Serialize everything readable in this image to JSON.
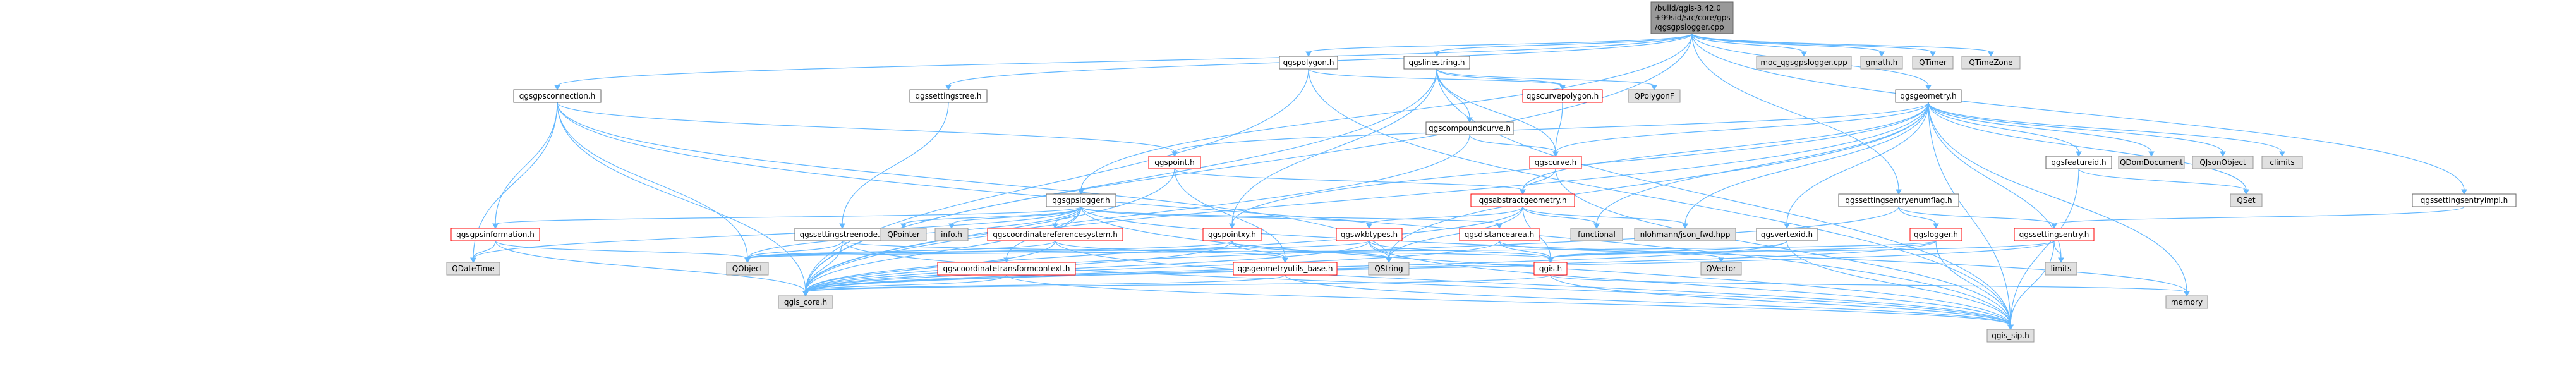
{
  "graph": {
    "root": "qgsgpslogger.cpp",
    "nodes": [
      {
        "id": "root",
        "label": "/build/qgis-3.42.0+99sid/src/core/gps/qgsgpslogger.cpp",
        "lines": [
          "/build/qgis-3.42.0",
          "+99sid/src/core/gps",
          "/qgsgpslogger.cpp"
        ],
        "kind": "root"
      },
      {
        "id": "qgspolygon",
        "label": "qgspolygon.h",
        "kind": "internal"
      },
      {
        "id": "qgslinestring",
        "label": "qgslinestring.h",
        "kind": "internal"
      },
      {
        "id": "moc",
        "label": "moc_qgsgpslogger.cpp",
        "kind": "missing"
      },
      {
        "id": "gmath",
        "label": "gmath.h",
        "kind": "missing"
      },
      {
        "id": "qtimer",
        "label": "QTimer",
        "kind": "missing"
      },
      {
        "id": "qtimezone",
        "label": "QTimeZone",
        "kind": "missing"
      },
      {
        "id": "qgsgpsconnection",
        "label": "qgsgpsconnection.h",
        "kind": "internal"
      },
      {
        "id": "qgssettingstree",
        "label": "qgssettingstree.h",
        "kind": "internal"
      },
      {
        "id": "qgsgeometry",
        "label": "qgsgeometry.h",
        "kind": "internal"
      },
      {
        "id": "qgscurvepolygon",
        "label": "qgscurvepolygon.h",
        "kind": "trunc"
      },
      {
        "id": "qpolygonf",
        "label": "QPolygonF",
        "kind": "missing"
      },
      {
        "id": "qgscompoundcurve",
        "label": "qgscompoundcurve.h",
        "kind": "internal"
      },
      {
        "id": "qgsfeatureid",
        "label": "qgsfeatureid.h",
        "kind": "internal"
      },
      {
        "id": "qdomdocument",
        "label": "QDomDocument",
        "kind": "missing"
      },
      {
        "id": "qjsonobject",
        "label": "QJsonObject",
        "kind": "missing"
      },
      {
        "id": "climits",
        "label": "climits",
        "kind": "missing"
      },
      {
        "id": "qgspoint",
        "label": "qgspoint.h",
        "kind": "trunc"
      },
      {
        "id": "qgscurve",
        "label": "qgscurve.h",
        "kind": "trunc"
      },
      {
        "id": "qgsabstractgeometry",
        "label": "qgsabstractgeometry.h",
        "kind": "trunc"
      },
      {
        "id": "qgsgpslogger",
        "label": "qgsgpslogger.h",
        "kind": "internal"
      },
      {
        "id": "qgssettingsentryenumflag",
        "label": "qgssettingsentryenumflag.h",
        "kind": "internal"
      },
      {
        "id": "qgssettingsentryimpl",
        "label": "qgssettingsentryimpl.h",
        "kind": "internal"
      },
      {
        "id": "qset",
        "label": "QSet",
        "kind": "missing"
      },
      {
        "id": "qgsgpsinformation",
        "label": "qgsgpsinformation.h",
        "kind": "trunc"
      },
      {
        "id": "qgssettingstreenode",
        "label": "qgssettingstreenode.h",
        "kind": "internal"
      },
      {
        "id": "qpointer",
        "label": "QPointer",
        "kind": "missing"
      },
      {
        "id": "info",
        "label": "info.h",
        "kind": "missing"
      },
      {
        "id": "qgscoordinatereferencesystem",
        "label": "qgscoordinatereferencesystem.h",
        "kind": "trunc"
      },
      {
        "id": "qgspointxy",
        "label": "qgspointxy.h",
        "kind": "trunc"
      },
      {
        "id": "qgswkbtypes",
        "label": "qgswkbtypes.h",
        "kind": "trunc"
      },
      {
        "id": "qgsdistancearea",
        "label": "qgsdistancearea.h",
        "kind": "trunc"
      },
      {
        "id": "functional",
        "label": "functional",
        "kind": "missing"
      },
      {
        "id": "nlohmann",
        "label": "nlohmann/json_fwd.hpp",
        "kind": "missing"
      },
      {
        "id": "qgsvertexid",
        "label": "qgsvertexid.h",
        "kind": "internal"
      },
      {
        "id": "qgslogger",
        "label": "qgslogger.h",
        "kind": "trunc"
      },
      {
        "id": "qgssettingsentry",
        "label": "qgssettingsentry.h",
        "kind": "trunc"
      },
      {
        "id": "qdatetime",
        "label": "QDateTime",
        "kind": "missing"
      },
      {
        "id": "qobject",
        "label": "QObject",
        "kind": "missing"
      },
      {
        "id": "qgscoordinatetransformcontext",
        "label": "qgscoordinatetransformcontext.h",
        "kind": "trunc"
      },
      {
        "id": "qgsgeometryutils_base",
        "label": "qgsgeometryutils_base.h",
        "kind": "trunc"
      },
      {
        "id": "qstring",
        "label": "QString",
        "kind": "missing"
      },
      {
        "id": "qgis_h",
        "label": "qgis.h",
        "kind": "trunc"
      },
      {
        "id": "qvector",
        "label": "QVector",
        "kind": "missing"
      },
      {
        "id": "limits",
        "label": "limits",
        "kind": "missing"
      },
      {
        "id": "qgis_core",
        "label": "qgis_core.h",
        "kind": "missing"
      },
      {
        "id": "qgis_sip",
        "label": "qgis_sip.h",
        "kind": "missing"
      },
      {
        "id": "memory",
        "label": "memory",
        "kind": "missing"
      }
    ],
    "edges": [
      [
        "root",
        "qgspolygon"
      ],
      [
        "root",
        "qgslinestring"
      ],
      [
        "root",
        "moc"
      ],
      [
        "root",
        "gmath"
      ],
      [
        "root",
        "qtimer"
      ],
      [
        "root",
        "qtimezone"
      ],
      [
        "root",
        "qgsgpsconnection"
      ],
      [
        "root",
        "qgssettingstree"
      ],
      [
        "root",
        "qgsgeometry"
      ],
      [
        "root",
        "qgsgpslogger"
      ],
      [
        "root",
        "qgssettingsentryenumflag"
      ],
      [
        "root",
        "qgssettingsentryimpl"
      ],
      [
        "root",
        "qgis_core"
      ],
      [
        "qgspolygon",
        "qgscurvepolygon"
      ],
      [
        "qgspolygon",
        "qgis_sip"
      ],
      [
        "qgspolygon",
        "qgis_core"
      ],
      [
        "qgslinestring",
        "qgscurvepolygon"
      ],
      [
        "qgslinestring",
        "qpolygonf"
      ],
      [
        "qgslinestring",
        "qgscompoundcurve"
      ],
      [
        "qgslinestring",
        "qgscurve"
      ],
      [
        "qgslinestring",
        "qgspointxy"
      ],
      [
        "qgslinestring",
        "qgis_sip"
      ],
      [
        "qgslinestring",
        "qgis_core"
      ],
      [
        "qgsgpsconnection",
        "qgspoint"
      ],
      [
        "qgsgpsconnection",
        "qgsgpsinformation"
      ],
      [
        "qgsgpsconnection",
        "qdatetime"
      ],
      [
        "qgsgpsconnection",
        "qobject"
      ],
      [
        "qgsgpsconnection",
        "qstring"
      ],
      [
        "qgsgpsconnection",
        "qgis_core"
      ],
      [
        "qgsgpsconnection",
        "qgis_sip"
      ],
      [
        "qgssettingstree",
        "qgssettingstreenode"
      ],
      [
        "qgsgeometry",
        "qgspoint"
      ],
      [
        "qgsgeometry",
        "qgscurve"
      ],
      [
        "qgsgeometry",
        "qgsabstractgeometry"
      ],
      [
        "qgsgeometry",
        "qgsfeatureid"
      ],
      [
        "qgsgeometry",
        "qdomdocument"
      ],
      [
        "qgsgeometry",
        "qjsonobject"
      ],
      [
        "qgsgeometry",
        "climits"
      ],
      [
        "qgsgeometry",
        "qset"
      ],
      [
        "qgsgeometry",
        "functional"
      ],
      [
        "qgsgeometry",
        "nlohmann"
      ],
      [
        "qgsgeometry",
        "qgsvertexid"
      ],
      [
        "qgsgeometry",
        "qgspointxy"
      ],
      [
        "qgsgeometry",
        "qstring"
      ],
      [
        "qgsgeometry",
        "qgis_core"
      ],
      [
        "qgsgeometry",
        "qgis_sip"
      ],
      [
        "qgsgeometry",
        "limits"
      ],
      [
        "qgsgeometry",
        "memory"
      ],
      [
        "qgscurvepolygon",
        "qgscurve"
      ],
      [
        "qgscompoundcurve",
        "qgscurve"
      ],
      [
        "qgscompoundcurve",
        "qgis_core"
      ],
      [
        "qgscurve",
        "qgsabstractgeometry"
      ],
      [
        "qgscurve",
        "qgis_sip"
      ],
      [
        "qgspoint",
        "qgsabstractgeometry"
      ],
      [
        "qgspoint",
        "qgsgeometryutils_base"
      ],
      [
        "qgspoint",
        "qgis_core"
      ],
      [
        "qgsabstractgeometry",
        "qgswkbtypes"
      ],
      [
        "qgsabstractgeometry",
        "functional"
      ],
      [
        "qgsabstractgeometry",
        "nlohmann"
      ],
      [
        "qgsabstractgeometry",
        "qgis_h"
      ],
      [
        "qgsabstractgeometry",
        "qstring"
      ],
      [
        "qgsabstractgeometry",
        "qgis_core"
      ],
      [
        "qgsfeatureid",
        "qset"
      ],
      [
        "qgsfeatureid",
        "qgis_sip"
      ],
      [
        "qgsgpslogger",
        "qgsgpsinformation"
      ],
      [
        "qgsgpslogger",
        "qpointer"
      ],
      [
        "qgsgpslogger",
        "info"
      ],
      [
        "qgsgpslogger",
        "qgscoordinatereferencesystem"
      ],
      [
        "qgsgpslogger",
        "qgswkbtypes"
      ],
      [
        "qgsgpslogger",
        "qgsdistancearea"
      ],
      [
        "qgsgpslogger",
        "qgscoordinatetransformcontext"
      ],
      [
        "qgsgpslogger",
        "qdatetime"
      ],
      [
        "qgsgpslogger",
        "qobject"
      ],
      [
        "qgsgpslogger",
        "qgis_core"
      ],
      [
        "qgsgpslogger",
        "qgis_sip"
      ],
      [
        "qgsgpslogger",
        "memory"
      ],
      [
        "qgssettingsentryenumflag",
        "qgssettingsentry"
      ],
      [
        "qgssettingsentryenumflag",
        "qgslogger"
      ],
      [
        "qgssettingsentryenumflag",
        "qgis_core"
      ],
      [
        "qgssettingsentryimpl",
        "qgssettingsentry"
      ],
      [
        "qgsgpsinformation",
        "qdatetime"
      ],
      [
        "qgsgpsinformation",
        "qobject"
      ],
      [
        "qgsgpsinformation",
        "qgis_core"
      ],
      [
        "qgssettingstreenode",
        "qobject"
      ],
      [
        "qgssettingstreenode",
        "qgis_h"
      ],
      [
        "qgssettingstreenode",
        "qgis_core"
      ],
      [
        "qgssettingstreenode",
        "qgis_sip"
      ],
      [
        "qgscoordinatereferencesystem",
        "qgsgeometryutils_base"
      ],
      [
        "qgscoordinatereferencesystem",
        "qobject"
      ],
      [
        "qgscoordinatereferencesystem",
        "qgis_core"
      ],
      [
        "qgscoordinatereferencesystem",
        "qgis_sip"
      ],
      [
        "qgspointxy",
        "qgsgeometryutils_base"
      ],
      [
        "qgspointxy",
        "qobject"
      ],
      [
        "qgspointxy",
        "qstring"
      ],
      [
        "qgspointxy",
        "qgis_core"
      ],
      [
        "qgswkbtypes",
        "qobject"
      ],
      [
        "qgswkbtypes",
        "qstring"
      ],
      [
        "qgswkbtypes",
        "qgis_h"
      ],
      [
        "qgswkbtypes",
        "qgis_core"
      ],
      [
        "qgswkbtypes",
        "qgis_sip"
      ],
      [
        "qgsdistancearea",
        "qvector"
      ],
      [
        "qgsdistancearea",
        "qgis_h"
      ],
      [
        "qgsdistancearea",
        "qgis_core"
      ],
      [
        "qgsvertexid",
        "qgis_h"
      ],
      [
        "qgsvertexid",
        "qgis_core"
      ],
      [
        "qgsvertexid",
        "qgis_sip"
      ],
      [
        "qgslogger",
        "qobject"
      ],
      [
        "qgslogger",
        "qgis_h"
      ],
      [
        "qgslogger",
        "qgis_core"
      ],
      [
        "qgslogger",
        "qgis_sip"
      ],
      [
        "qgssettingsentry",
        "qgis_h"
      ],
      [
        "qgssettingsentry",
        "limits"
      ],
      [
        "qgssettingsentry",
        "qgis_core"
      ],
      [
        "qgssettingsentry",
        "qgis_sip"
      ],
      [
        "qgscoordinatetransformcontext",
        "qgis_core"
      ],
      [
        "qgscoordinatetransformcontext",
        "qgis_sip"
      ],
      [
        "qgsgeometryutils_base",
        "qgis_core"
      ],
      [
        "qgsgeometryutils_base",
        "qgis_sip"
      ],
      [
        "qgis_h",
        "qgis_core"
      ],
      [
        "qgis_h",
        "qgis_sip"
      ],
      [
        "qgis_h",
        "memory"
      ]
    ]
  }
}
